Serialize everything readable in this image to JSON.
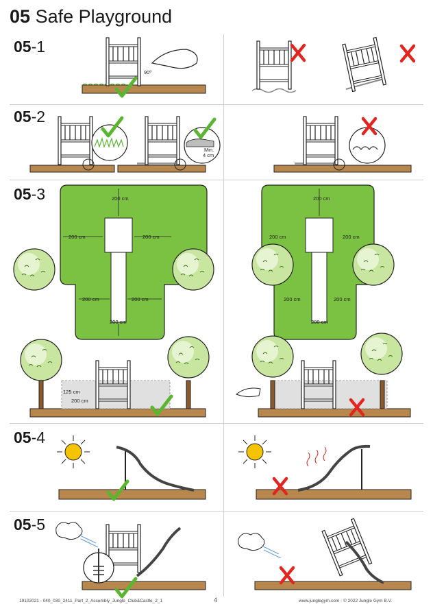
{
  "header": {
    "number": "05",
    "title": "Safe Playground"
  },
  "steps": {
    "s1": {
      "num": "05",
      "sub": "-1",
      "angle_label": "90º"
    },
    "s2": {
      "num": "05",
      "sub": "-2",
      "depth_label_1": "Min.",
      "depth_label_2": "4 cm"
    },
    "s3": {
      "num": "05",
      "sub": "-3",
      "clearance": "200 cm",
      "height_label": "125 cm"
    },
    "s4": {
      "num": "05",
      "sub": "-4"
    },
    "s5": {
      "num": "05",
      "sub": "-5"
    }
  },
  "footer": {
    "left": "19102021 - 040_030_2411_Part_2_Assembly_Jungle_Club&Castle_2_1",
    "page": "4",
    "right": "www.junglegym.com - © 2022 Jungle Gym B.V."
  },
  "colors": {
    "grass": "#7bc142",
    "soil": "#b8874e",
    "check": "#5bb531",
    "cross": "#e2251f",
    "sun": "#f5c400"
  }
}
